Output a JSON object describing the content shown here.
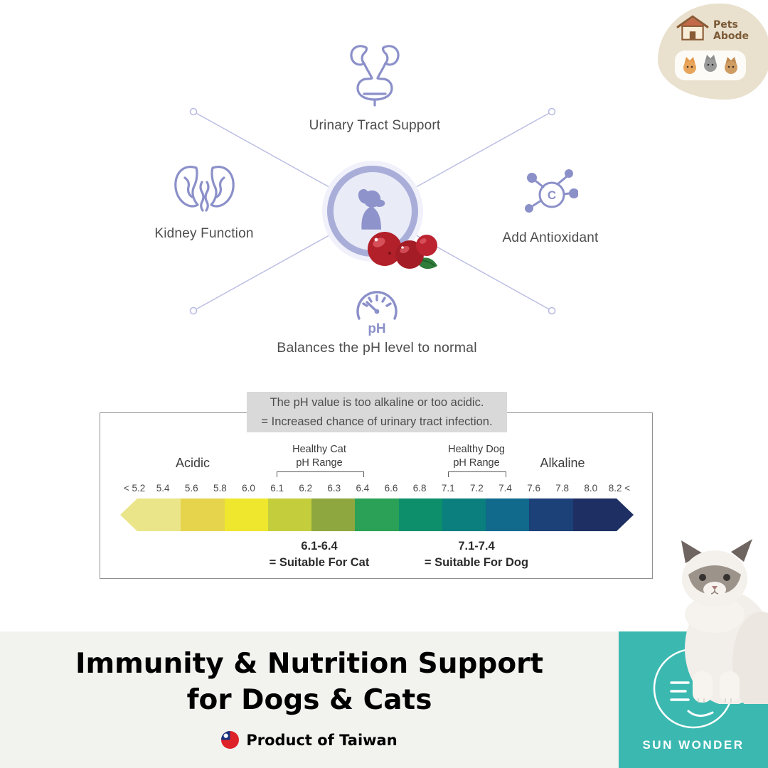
{
  "badge": {
    "brand_line1": "Pets",
    "brand_line2": "Abode"
  },
  "infographic": {
    "benefit_top": "Urinary Tract Support",
    "benefit_left": "Kidney Function",
    "benefit_right": "Add Antioxidant",
    "benefit_bottom": "Balances the pH level to normal",
    "ph_gauge_text": "pH",
    "antioxidant_symbol": "C",
    "icon_color": "#8b90c9"
  },
  "chart_data": {
    "type": "heatmap",
    "callout": [
      "The pH value is too alkaline or too acidic.",
      "= Increased chance of urinary tract infection."
    ],
    "left_end_label": "Acidic",
    "right_end_label": "Alkaline",
    "ticks": [
      "< 5.2",
      "5.4",
      "5.6",
      "5.8",
      "6.0",
      "6.1",
      "6.2",
      "6.3",
      "6.4",
      "6.6",
      "6.8",
      "7.1",
      "7.2",
      "7.4",
      "7.6",
      "7.8",
      "8.0",
      "8.2 <"
    ],
    "axis_range": [
      5.2,
      8.2
    ],
    "segment_colors": [
      "#ebe58a",
      "#e5d44c",
      "#efe72e",
      "#c4ce3c",
      "#8fa73f",
      "#2aa156",
      "#0c8f6a",
      "#0a7f7e",
      "#11698c",
      "#1c4078",
      "#1e2f63"
    ],
    "cat_range": {
      "heading_line1": "Healthy Cat",
      "heading_line2": "pH Range",
      "from": 6.1,
      "to": 6.4,
      "value_label": "6.1-6.4",
      "suitability_label": "= Suitable For Cat"
    },
    "dog_range": {
      "heading_line1": "Healthy Dog",
      "heading_line2": "pH Range",
      "from": 7.1,
      "to": 7.4,
      "value_label": "7.1-7.4",
      "suitability_label": "= Suitable For Dog"
    }
  },
  "footer": {
    "headline1": "Immunity & Nutrition Support",
    "headline2": "for Dogs & Cats",
    "origin_label": "Product of Taiwan"
  },
  "sun_wonder": {
    "brand": "SUN WONDER",
    "accent_color": "#3bb9b1"
  }
}
